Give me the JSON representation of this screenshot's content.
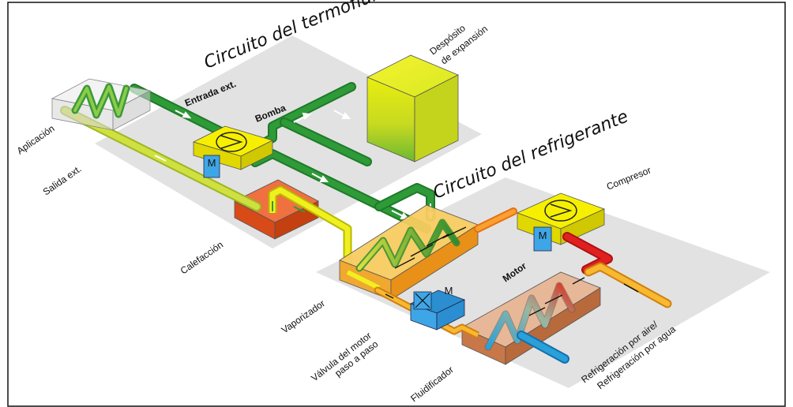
{
  "titles": {
    "thermofluid_circuit": "Circuito del termofluido",
    "refrigerant_circuit": "Circuito del refrigerante"
  },
  "labels": {
    "application": "Aplicación",
    "external_outlet": "Salida ext.",
    "external_inlet": "Entrada ext.",
    "pump": "Bomba",
    "expansion_tank_line1": "Despósito",
    "expansion_tank_line2": "de expansión",
    "heating": "Calefacción",
    "compressor": "Compresor",
    "motor": "Motor",
    "vaporizer": "Vaporizador",
    "valve_line1": "Válvula del motor",
    "valve_line2": "paso a paso",
    "fluidifier": "Fluidificador",
    "cooling_line1": "Refrigeración por aire/",
    "cooling_line2": "Refrigeración por agua",
    "motor_badge": "M"
  },
  "colors": {
    "thermofluid_green": "#2e8b2e",
    "return_yellow_green": "#b8d432",
    "heater_orange": "#e8561c",
    "vaporizer_orange": "#f5a623",
    "hot_red": "#e02020",
    "cold_blue": "#2a9fd8",
    "motor_blue": "#3ea6e6",
    "pump_yellow": "#f6f000"
  },
  "icons": [
    "pump-icon",
    "compressor-icon",
    "motor-icon",
    "valve-icon",
    "flow-arrow-icon"
  ]
}
